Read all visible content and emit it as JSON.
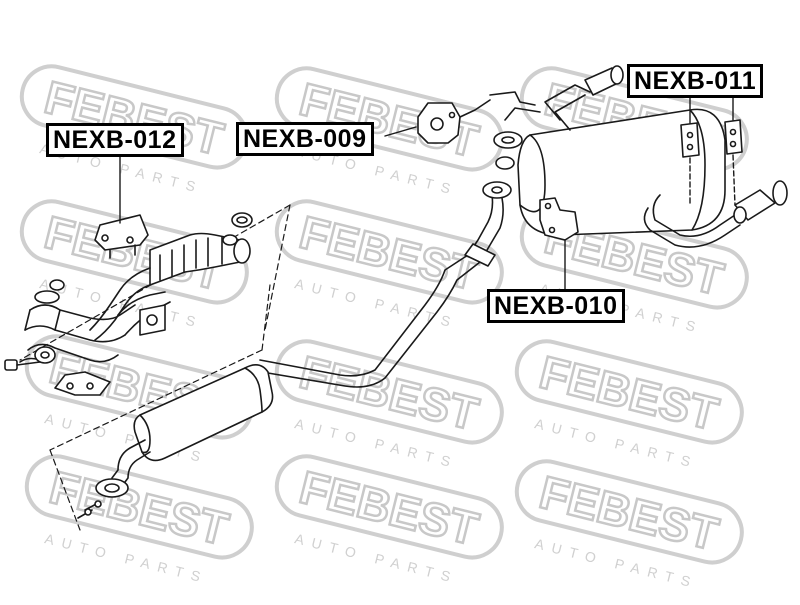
{
  "watermark": {
    "brand": "FEBEST",
    "tagline": "AUTO PARTS",
    "color": "#d4d4d4"
  },
  "labels": {
    "nexb_012": "NEXB-012",
    "nexb_009": "NEXB-009",
    "nexb_011": "NEXB-011",
    "nexb_010": "NEXB-010"
  },
  "colors": {
    "line": "#1a1a1a",
    "label_border": "#000000",
    "background": "#ffffff"
  }
}
